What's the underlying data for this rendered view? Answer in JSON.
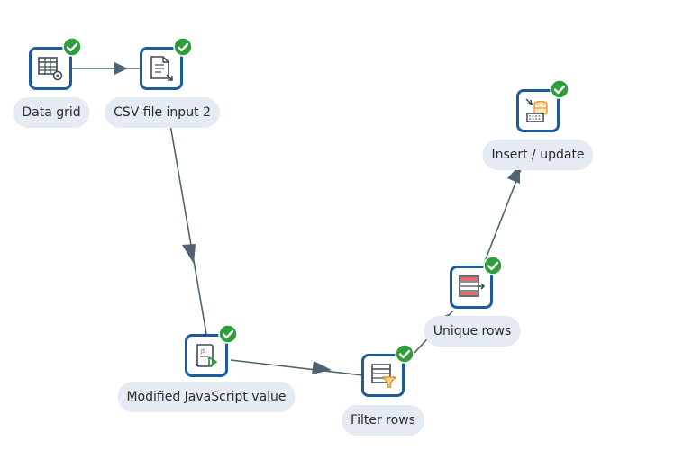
{
  "canvas": {
    "background": "#ffffff",
    "step_border_color": "#1d5c9c",
    "label_bg_color": "#e4ebf2",
    "hop_color": "#4f6373",
    "status_color": "#2e9e3a"
  },
  "steps": {
    "data_grid": {
      "label": "Data grid",
      "icon": "data-grid-icon",
      "status": "success"
    },
    "csv_input": {
      "label": "CSV file input 2",
      "icon": "csv-file-icon",
      "status": "success"
    },
    "js_value": {
      "label": "Modified JavaScript value",
      "icon": "javascript-icon",
      "status": "success"
    },
    "filter_rows": {
      "label": "Filter rows",
      "icon": "filter-rows-icon",
      "status": "success"
    },
    "unique_rows": {
      "label": "Unique rows",
      "icon": "unique-rows-icon",
      "status": "success"
    },
    "insert_update": {
      "label": "Insert / update",
      "icon": "insert-update-icon",
      "status": "success"
    }
  },
  "hops": [
    {
      "from": "Data grid",
      "to": "CSV file input 2"
    },
    {
      "from": "CSV file input 2",
      "to": "Modified JavaScript value"
    },
    {
      "from": "Modified JavaScript value",
      "to": "Filter rows"
    },
    {
      "from": "Filter rows",
      "to": "Unique rows"
    },
    {
      "from": "Unique rows",
      "to": "Insert / update"
    }
  ]
}
